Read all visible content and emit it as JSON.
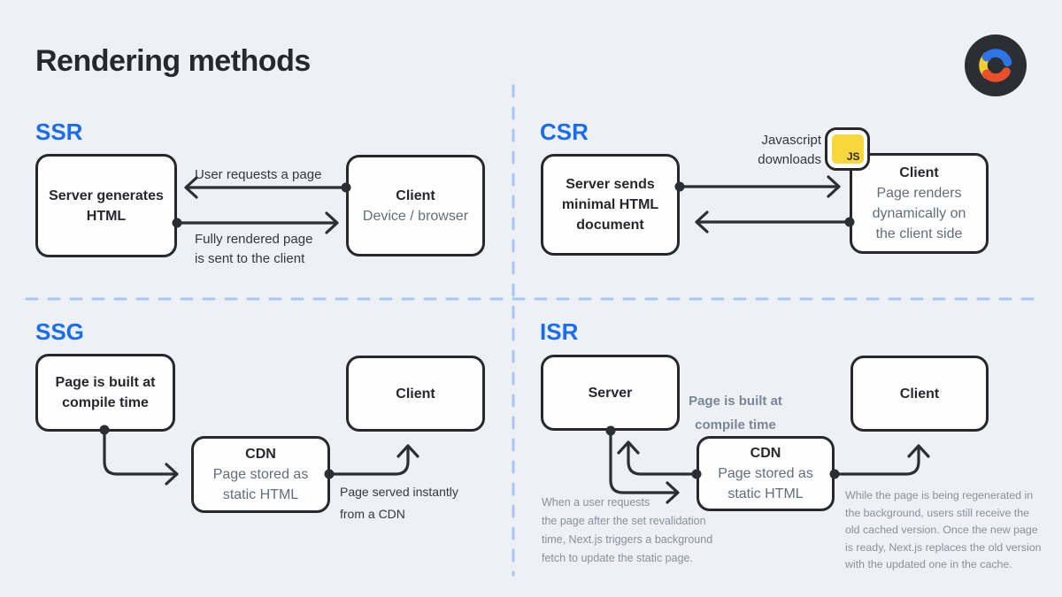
{
  "page": {
    "title": "Rendering methods"
  },
  "colors": {
    "background": "#edf0f4",
    "accent_blue": "#1a6df2",
    "box_border": "#26282c",
    "arrow": "#2b2e33",
    "muted_text": "#656d78",
    "note_text": "#8a919b",
    "dashed_divider": "#a9c6f2",
    "js_yellow": "#f7d73c",
    "logo_dark": "#2c2e36",
    "logo_blue": "#2e75e8",
    "logo_yellow": "#f0cf32",
    "logo_red": "#e7502a"
  },
  "icons": {
    "logo": "c-logo-icon",
    "js_badge": "js-icon"
  },
  "quadrants": {
    "ssr": {
      "label": "SSR",
      "server_box": {
        "title": "Server generates\nHTML"
      },
      "client_box": {
        "title": "Client",
        "subtitle": "Device / browser"
      },
      "request_label": "User requests a page",
      "response_label": "Fully rendered page\nis sent to the client"
    },
    "csr": {
      "label": "CSR",
      "server_box": {
        "title": "Server sends\nminimal HTML\ndocument"
      },
      "client_box": {
        "title": "Client",
        "subtitle": "Page renders\ndynamically on\nthe client side"
      },
      "js_label": "Javascript\ndownloads",
      "js_badge": "JS"
    },
    "ssg": {
      "label": "SSG",
      "build_box": {
        "title": "Page is built at\ncompile time"
      },
      "cdn_box": {
        "title": "CDN",
        "subtitle": "Page stored as\nstatic HTML"
      },
      "client_box": {
        "title": "Client"
      },
      "serve_label": "Page served instantly\nfrom a CDN"
    },
    "isr": {
      "label": "ISR",
      "server_box": {
        "title": "Server"
      },
      "cdn_box": {
        "title": "CDN",
        "subtitle": "Page stored as\nstatic HTML"
      },
      "client_box": {
        "title": "Client"
      },
      "compile_label": "Page is built at\ncompile time",
      "note_left": "When a user requests\nthe page after the set revalidation\ntime, Next.js triggers a background\nfetch to update the static page.",
      "note_right": "While the page is being regenerated in\nthe background, users still receive the\nold cached version. Once the new page\nis ready, Next.js replaces the old version\nwith the updated one in the cache."
    }
  }
}
